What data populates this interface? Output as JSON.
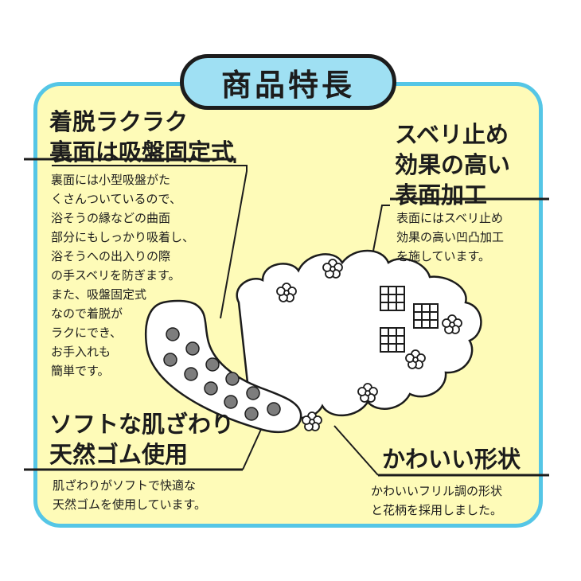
{
  "title": "商品特長",
  "features": [
    {
      "heading_lines": [
        "着脱ラクラク",
        "裏面は吸盤固定式"
      ],
      "desc_lines": [
        "裏面には小型吸盤がた",
        "くさんついているので、",
        "浴そうの縁などの曲面",
        "部分にもしっかり吸着し、",
        "浴そうへの出入りの際",
        "の手スベリを防ぎます。",
        "また、吸盤固定式",
        "なので着脱が",
        "ラクにでき、",
        "お手入れも",
        "簡単です。"
      ]
    },
    {
      "heading_lines": [
        "スベリ止め",
        "効果の高い",
        "表面加工"
      ],
      "desc_lines": [
        "表面にはスベリ止め",
        "効果の高い凹凸加工",
        "を施しています。"
      ]
    },
    {
      "heading_lines": [
        "ソフトな肌ざわり",
        "天然ゴム使用"
      ],
      "desc_lines": [
        "肌ざわりがソフトで快適な",
        "天然ゴムを使用しています。"
      ]
    },
    {
      "heading_lines": [
        "かわいい形状"
      ],
      "desc_lines": [
        "かわいいフリル調の形状",
        "と花柄を採用しました。"
      ]
    }
  ],
  "colors": {
    "panel_fill": "#fefbb8",
    "panel_border": "#55c6e6",
    "title_fill": "#9fe0f3",
    "ink": "#1c1c1c"
  }
}
